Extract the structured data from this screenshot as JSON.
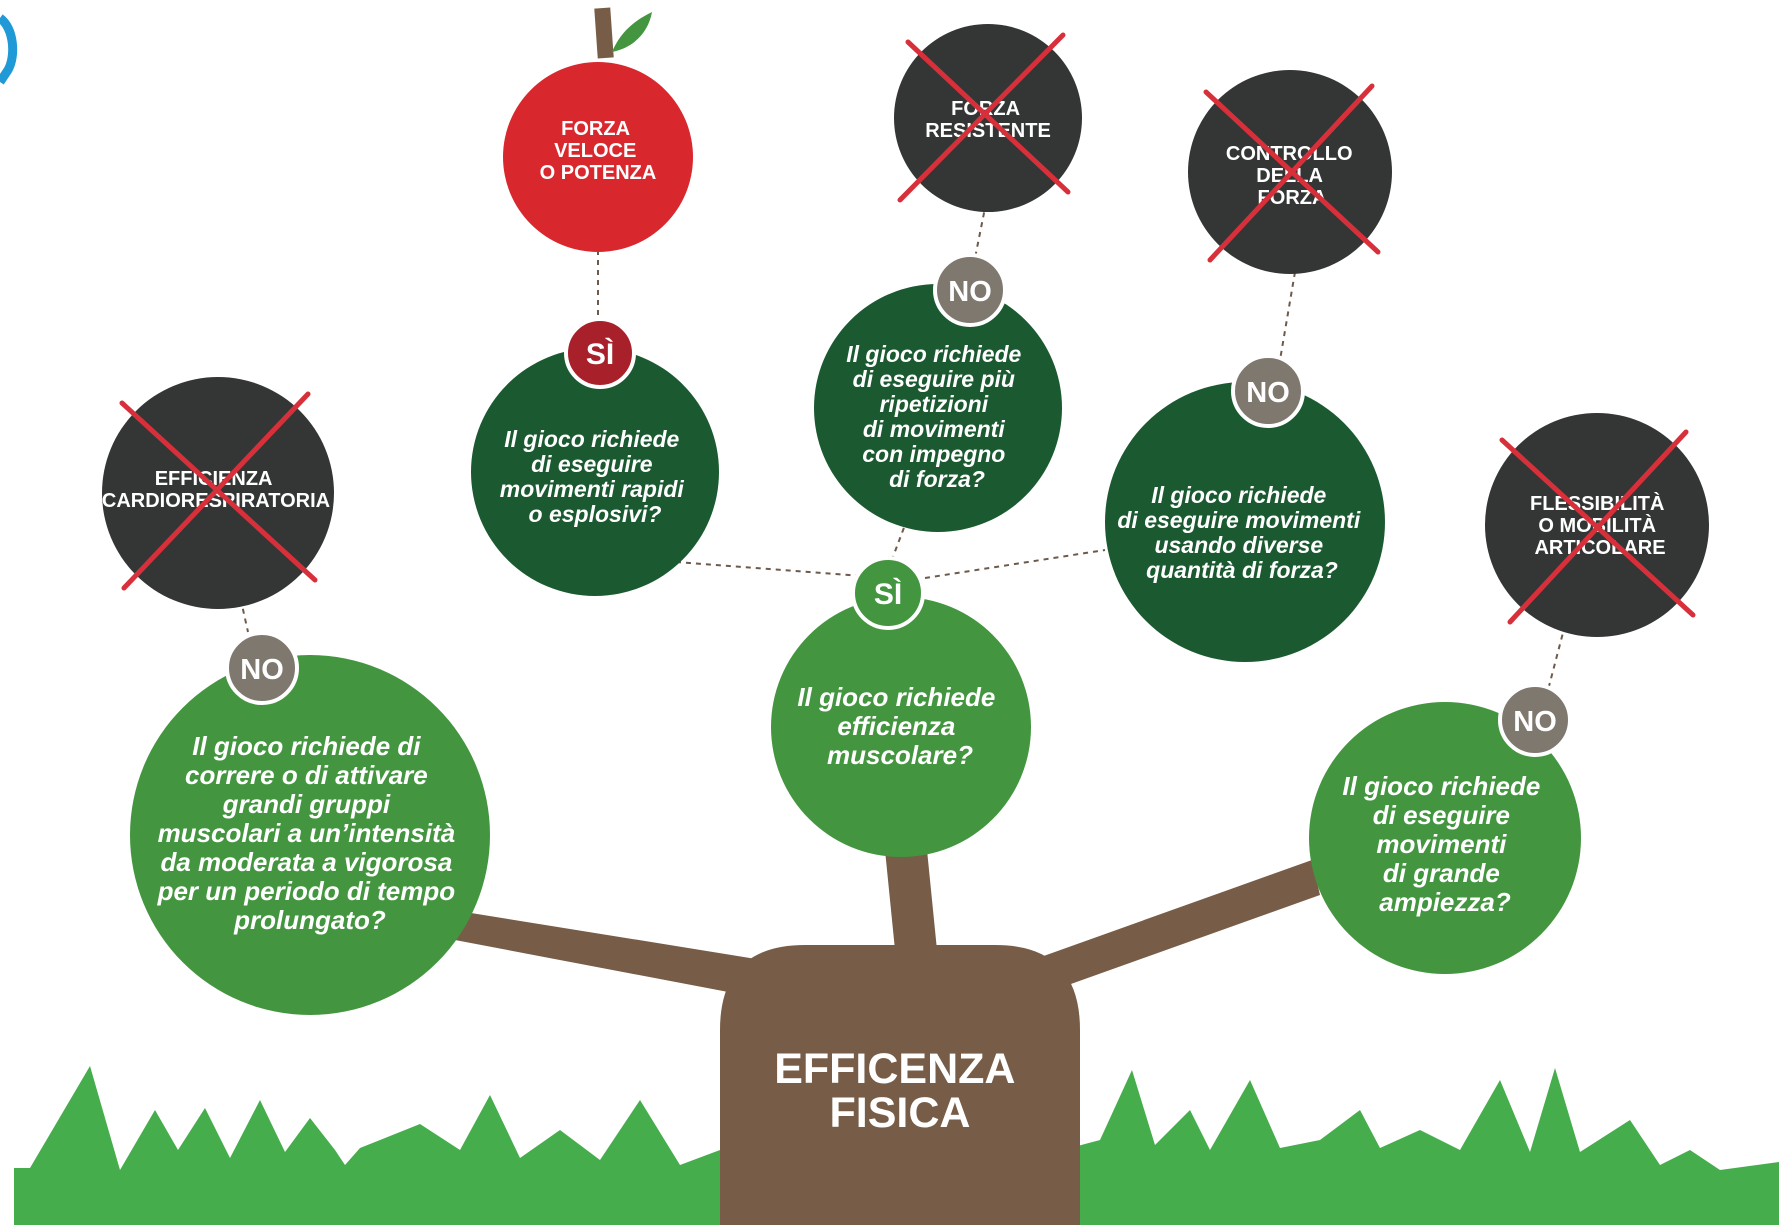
{
  "trunk": {
    "label_lines": [
      "EFFICENZA",
      "FISICA"
    ]
  },
  "questions": {
    "muscular": {
      "lines": [
        "Il gioco richiede",
        "efficienza",
        "muscolare?"
      ]
    },
    "cardio": {
      "lines": [
        "Il gioco richiede di",
        "correre o di attivare",
        "grandi gruppi",
        "muscolari a un’intensità",
        "da moderata a vigorosa",
        "per un periodo di tempo",
        "prolungato?"
      ]
    },
    "amplitude": {
      "lines": [
        "Il gioco richiede",
        "di eseguire",
        "movimenti",
        "di grande",
        "ampiezza?"
      ]
    },
    "rapid": {
      "lines": [
        "Il gioco richiede",
        "di eseguire",
        "movimenti rapidi",
        "o esplosivi?"
      ]
    },
    "repetitions": {
      "lines": [
        "Il gioco richiede",
        "di eseguire più",
        "ripetizioni",
        "di movimenti",
        "con impegno",
        "di forza?"
      ]
    },
    "force_quantity": {
      "lines": [
        "Il gioco richiede",
        "di eseguire movimenti",
        "usando diverse",
        "quantità di forza?"
      ]
    }
  },
  "badges": {
    "yes_muscular": "SÌ",
    "yes_rapid": "SÌ",
    "no_cardio": "NO",
    "no_amplitude": "NO",
    "no_repetitions": "NO",
    "no_force_quantity": "NO"
  },
  "outcomes": {
    "power": {
      "lines": [
        "FORZA",
        "VELOCE",
        "O POTENZA"
      ],
      "crossed": false
    },
    "endurance_strength": {
      "lines": [
        "FORZA",
        "RESISTENTE"
      ],
      "crossed": true
    },
    "force_control": {
      "lines": [
        "CONTROLLO",
        "DELLA",
        "FORZA"
      ],
      "crossed": true
    },
    "cardio_efficiency": {
      "lines": [
        "EFFICIENZA",
        "CARDIORESPIRATORIA"
      ],
      "crossed": true
    },
    "flexibility": {
      "lines": [
        "FLESSIBILITÀ",
        "O MOBILITÀ",
        "ARTICOLARE"
      ],
      "crossed": true
    }
  },
  "colors": {
    "dark_green": "#1b5a31",
    "light_green": "#43963f",
    "grass_green": "#46ad4c",
    "brown": "#775d47",
    "red": "#d9272e",
    "dark_red": "#a8202a",
    "charcoal": "#343635",
    "gray_badge": "#7f786f",
    "cross_red": "#d8303b"
  }
}
